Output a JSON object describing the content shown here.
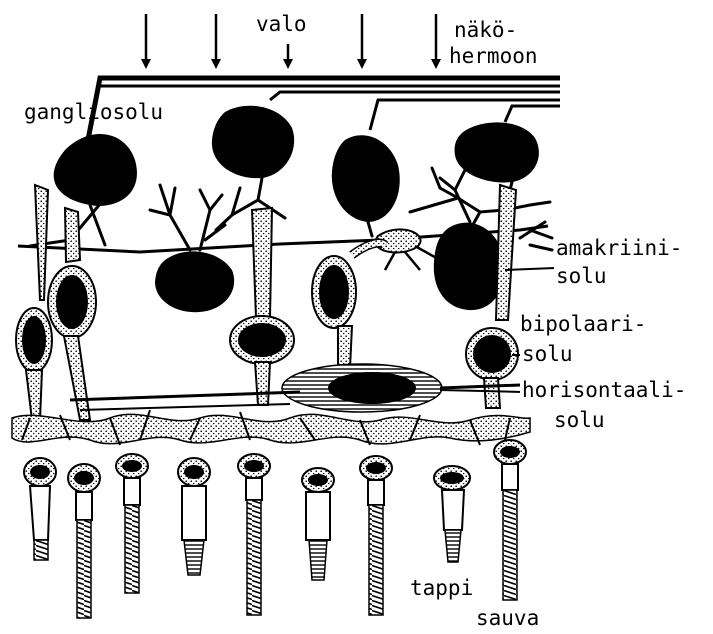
{
  "labels": {
    "light": "valo",
    "optic_nerve_line1": "näkö-",
    "optic_nerve_line2": "hermoon",
    "ganglion": "gangliosolu",
    "amacrine_line1": "amakriini-",
    "amacrine_line2": "solu",
    "bipolar_line1": "bipolaari-",
    "bipolar_line2": "solu",
    "horizontal_line1": "horisontaali-",
    "horizontal_line2": "solu",
    "cone": "tappi",
    "rod": "sauva"
  },
  "colors": {
    "ink": "#000000",
    "paper": "#ffffff",
    "stipple": "#000000"
  }
}
